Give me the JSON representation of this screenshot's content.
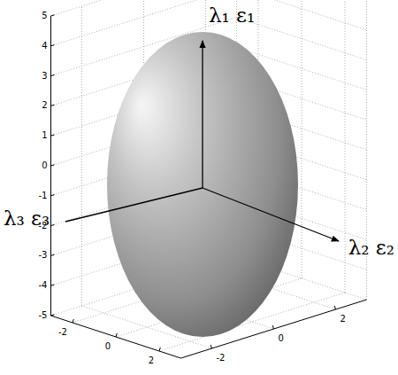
{
  "diagram": {
    "labels": [
      "λ₁ ε₁",
      "λ₂ ε₂",
      "λ₃ ε₃",
      "5",
      "4",
      "3",
      "2",
      "1",
      "0",
      "-1",
      "-2",
      "-3",
      "-4",
      "-5",
      "-2",
      "0",
      "2",
      "-2",
      "0",
      "2"
    ]
  }
}
